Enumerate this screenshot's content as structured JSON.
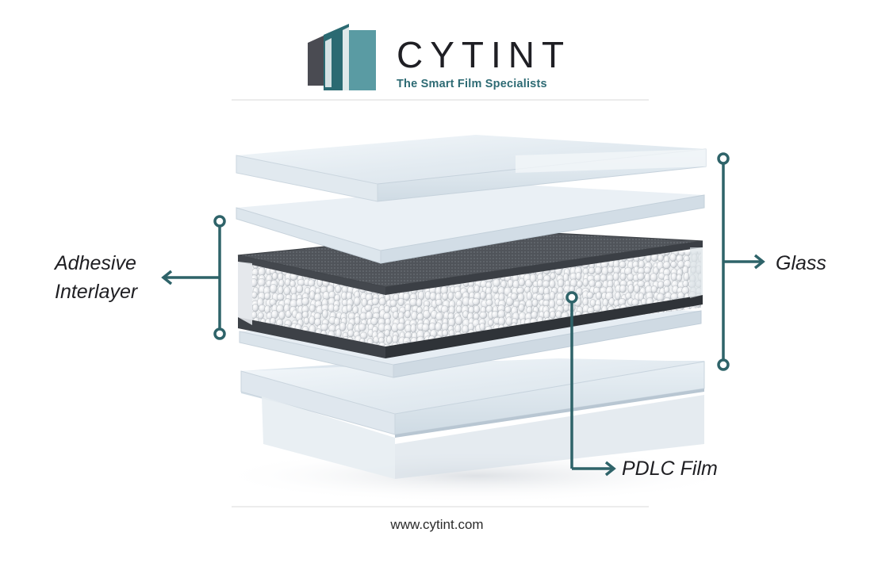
{
  "brand": {
    "name": "CYTINT",
    "tagline": "The Smart Film Specialists",
    "colors": {
      "dark": "#4a4b52",
      "teal": "#2b6a72",
      "light_teal": "#5a9ba3"
    }
  },
  "diagram": {
    "labels": {
      "adhesive_line1": "Adhesive",
      "adhesive_line2": "Interlayer",
      "glass": "Glass",
      "pdlc": "PDLC Film"
    },
    "callout_color": "#2e6369",
    "layers": [
      "glass",
      "adhesive",
      "pdlc",
      "adhesive",
      "glass"
    ]
  },
  "footer": {
    "url": "www.cytint.com"
  }
}
